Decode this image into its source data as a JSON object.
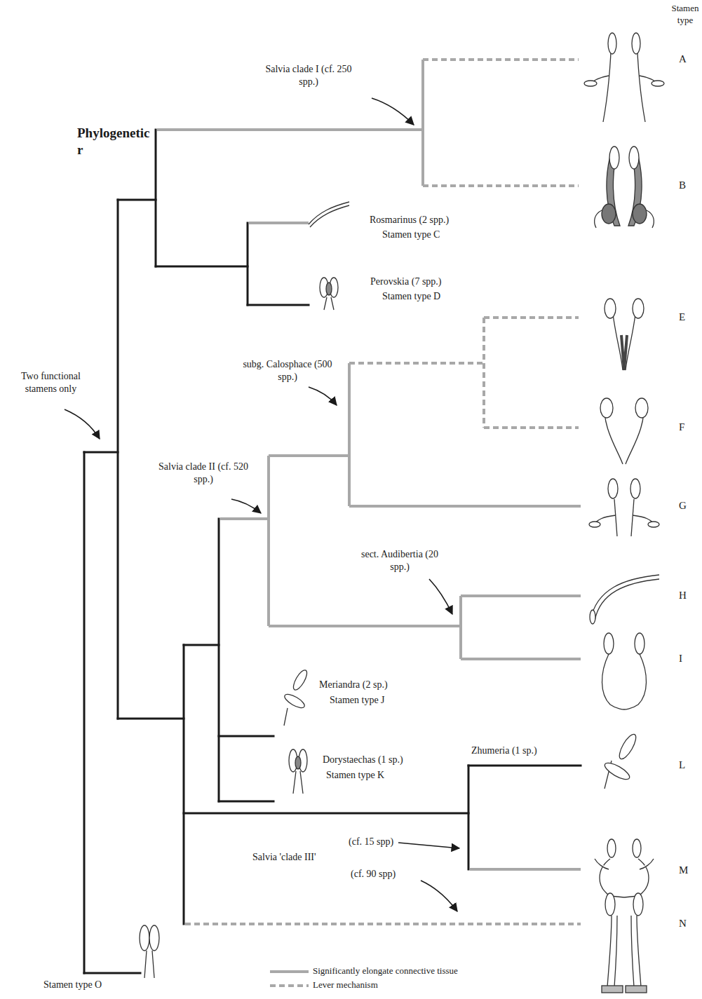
{
  "diagram": {
    "labels": [
      "Stamen type",
      "Phylogenetic",
      "r",
      "Salvia clade I (cf. 250 spp.)",
      "Rosmarinus (2 spp.)",
      "Stamen type C",
      "Perovskia (7 spp.)",
      "Stamen type D",
      "subg. Calosphace (500 spp.)",
      "Two functional stamens only",
      "Salvia clade II (cf. 520 spp.)",
      "sect. Audibertia (20 spp.)",
      "Meriandra (2 sp.)",
      "Stamen type J",
      "Dorystaechas (1 sp.)",
      "Stamen type K",
      "Zhumeria (1 sp.)",
      "(cf. 15 spp)",
      "Salvia 'clade III'",
      "(cf. 90 spp)",
      "Stamen type O",
      "A",
      "B",
      "E",
      "F",
      "G",
      "H",
      "I",
      "L",
      "M",
      "N"
    ],
    "legend": [
      {
        "text": "Significantly elongate connective tissue"
      },
      {
        "text": "Lever mechanism"
      }
    ]
  }
}
